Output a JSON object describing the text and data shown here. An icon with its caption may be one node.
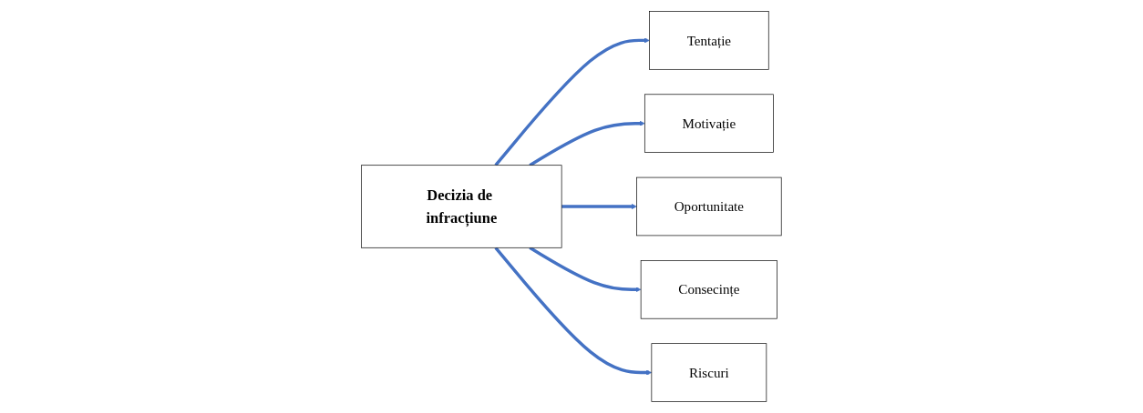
{
  "diagram": {
    "nodes": [
      {
        "text": [
          "Tentație"
        ]
      },
      {
        "text": [
          "Motivație"
        ]
      },
      {
        "text": [
          "Oportunitate"
        ]
      },
      {
        "text": [
          "Decizia de infracțiune"
        ]
      },
      {
        "text": [
          "Consecințe"
        ]
      },
      {
        "text": [
          "Riscuri"
        ]
      }
    ],
    "edges": [
      {
        "from": 3,
        "to": 0,
        "arrow": "to"
      },
      {
        "from": 3,
        "to": 1,
        "arrow": "to"
      },
      {
        "from": 3,
        "to": 2,
        "arrow": "to"
      },
      {
        "from": 3,
        "to": 4,
        "arrow": "to"
      },
      {
        "from": 3,
        "to": 5,
        "arrow": "to"
      }
    ]
  }
}
